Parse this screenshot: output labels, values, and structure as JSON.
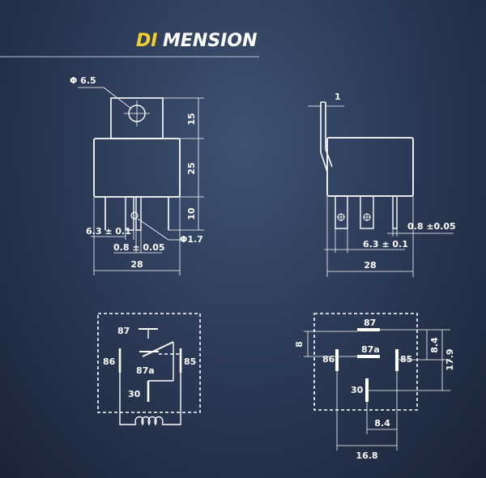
{
  "title": {
    "highlight": "DI",
    "rest": "MENSION"
  },
  "front_view": {
    "hole_diameter": "Φ 6.5",
    "dim_height_top": "15",
    "dim_height_body": "25",
    "dim_height_pins": "10",
    "pin_width": "6.3 ± 0.1",
    "pin_thickness": "0.8 ± 0.05",
    "pin_hole": "Φ1.7",
    "body_width": "28"
  },
  "side_view": {
    "bracket_thickness": "1",
    "pin_thickness": "0.8 ±0.05",
    "pin_width": "6.3 ± 0.1",
    "body_width": "28"
  },
  "schematic": {
    "pin_87": "87",
    "pin_86": "86",
    "pin_85": "85",
    "pin_87a": "87a",
    "pin_30": "30"
  },
  "pin_layout": {
    "pin_87": "87",
    "pin_87a": "87a",
    "pin_86": "86",
    "pin_85": "85",
    "pin_30": "30",
    "dim_8": "8",
    "dim_8_4_right": "8.4",
    "dim_17_9": "17.9",
    "dim_8_4_bottom": "8.4",
    "dim_16_8": "16.8"
  }
}
